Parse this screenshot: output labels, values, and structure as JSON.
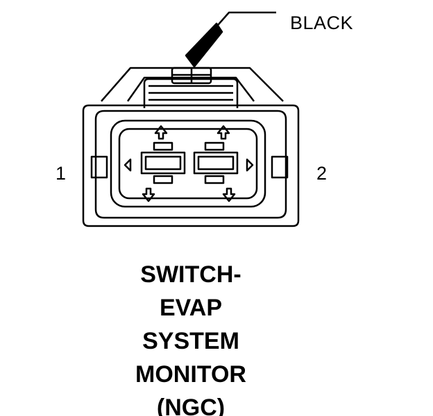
{
  "diagram": {
    "wire_color_label": "BLACK",
    "pin_labels": [
      "1",
      "2"
    ],
    "title_lines": [
      "SWITCH-",
      "EVAP",
      "SYSTEM",
      "MONITOR",
      "(NGC)"
    ]
  },
  "colors": {
    "line": "#000000",
    "background": "#ffffff"
  }
}
